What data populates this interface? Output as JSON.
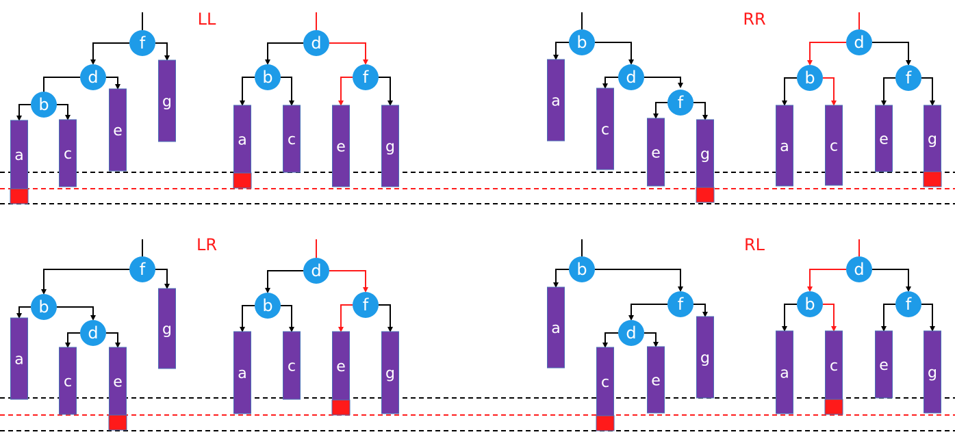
{
  "case_labels": {
    "ll": "LL",
    "rr": "RR",
    "lr": "LR",
    "rl": "RL"
  },
  "colors": {
    "node": "#1E9BE8",
    "subtree": "#7138A6",
    "subtree_border": "#4A6FB5",
    "edge": "#000000",
    "highlight": "#FF1A1A",
    "text": "#FFFFFF",
    "guide_black": "#000000",
    "guide_red": "#FF1A1A"
  },
  "node_labels": {
    "b": "b",
    "d": "d",
    "f": "f"
  },
  "subtree_labels": {
    "a": "a",
    "c": "c",
    "e": "e",
    "g": "g"
  }
}
